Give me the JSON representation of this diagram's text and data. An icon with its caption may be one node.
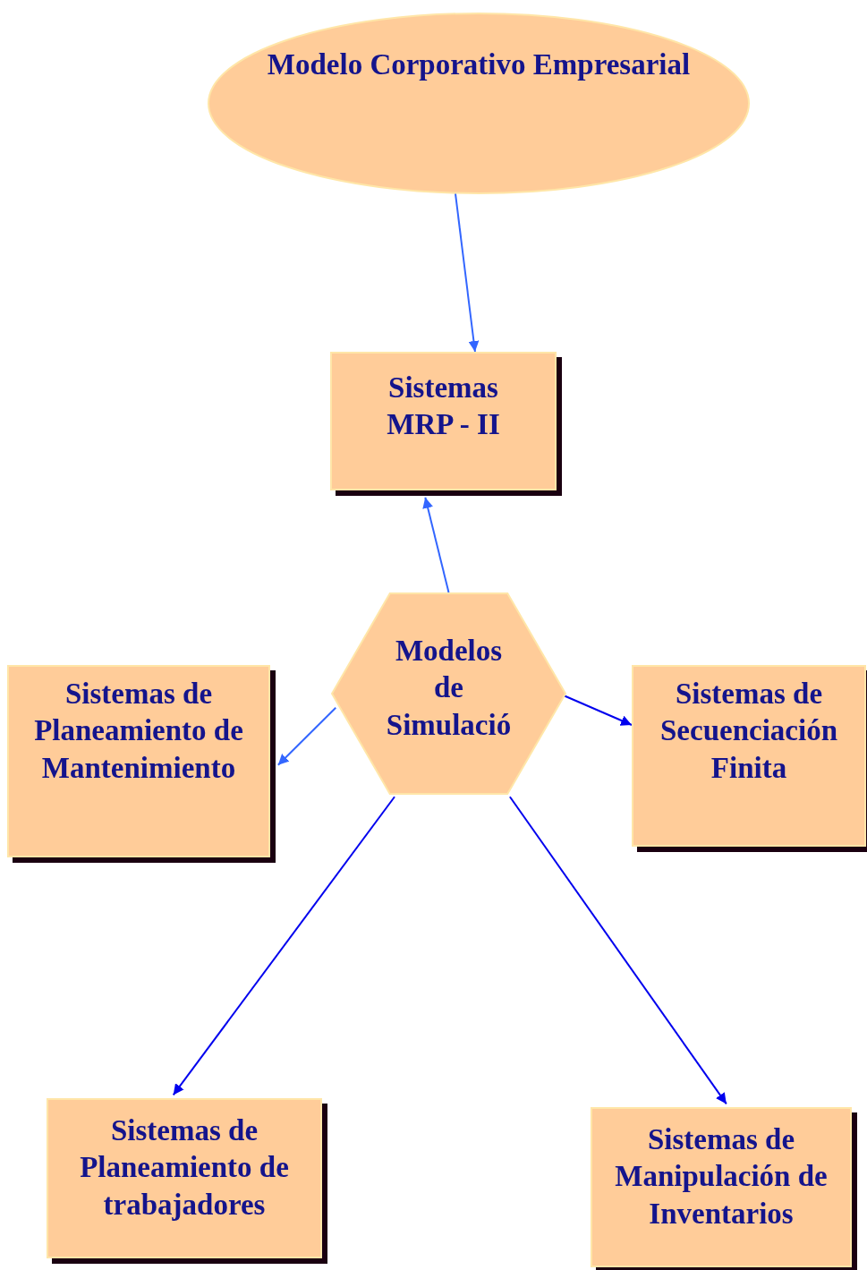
{
  "diagram": {
    "nodes": [
      {
        "text": [
          "Modelo Corporativo Empresarial"
        ]
      },
      {
        "text": [
          "Sistemas MRP - II"
        ]
      },
      {
        "text": [
          "Modelos de Simulació"
        ]
      },
      {
        "text": [
          "Sistemas de Planeamiento de Mantenimiento"
        ]
      },
      {
        "text": [
          "Sistemas de Secuenciación Finita"
        ]
      },
      {
        "text": [
          "Sistemas de Planeamiento de trabajadores"
        ]
      },
      {
        "text": [
          "Sistemas de Manipulación de Inventarios"
        ]
      }
    ],
    "edges": [
      {
        "from": 0,
        "to": 1,
        "arrow": "to",
        "color": "#3366ff"
      },
      {
        "from": 2,
        "to": 1,
        "arrow": "to",
        "color": "#3366ff"
      },
      {
        "from": 2,
        "to": 3,
        "arrow": "to",
        "color": "#3366ff"
      },
      {
        "from": 2,
        "to": 4,
        "arrow": "to",
        "color": "#0000ee"
      },
      {
        "from": 2,
        "to": 5,
        "arrow": "to",
        "color": "#0000ee"
      },
      {
        "from": 2,
        "to": 6,
        "arrow": "to",
        "color": "#0000ee"
      }
    ]
  }
}
